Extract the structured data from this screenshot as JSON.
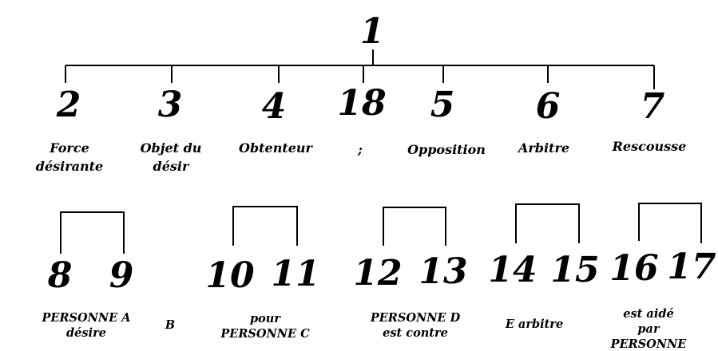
{
  "root": {
    "number": "1"
  },
  "top_row": [
    {
      "number": "2",
      "label": "Force\ndésirante"
    },
    {
      "number": "3",
      "label": "Objet du\ndésir"
    },
    {
      "number": "4",
      "label": "Obtenteur"
    },
    {
      "number": "18",
      "label": ";"
    },
    {
      "number": "5",
      "label": "Opposition"
    },
    {
      "number": "6",
      "label": "Arbitre"
    },
    {
      "number": "7",
      "label": "Rescousse"
    }
  ],
  "pairs": [
    {
      "left": "8",
      "right": "9",
      "label": "PERSONNE A\ndésire"
    },
    {
      "left": "10",
      "right": "11",
      "label": "pour\nPERSONNE C"
    },
    {
      "left": "12",
      "right": "13",
      "label": "PERSONNE D\nest contre"
    },
    {
      "left": "14",
      "right": "15",
      "label": "E arbitre"
    },
    {
      "left": "16",
      "right": "17",
      "label": "est aidé\npar PERSONNE F"
    }
  ],
  "standalone_label": "B"
}
